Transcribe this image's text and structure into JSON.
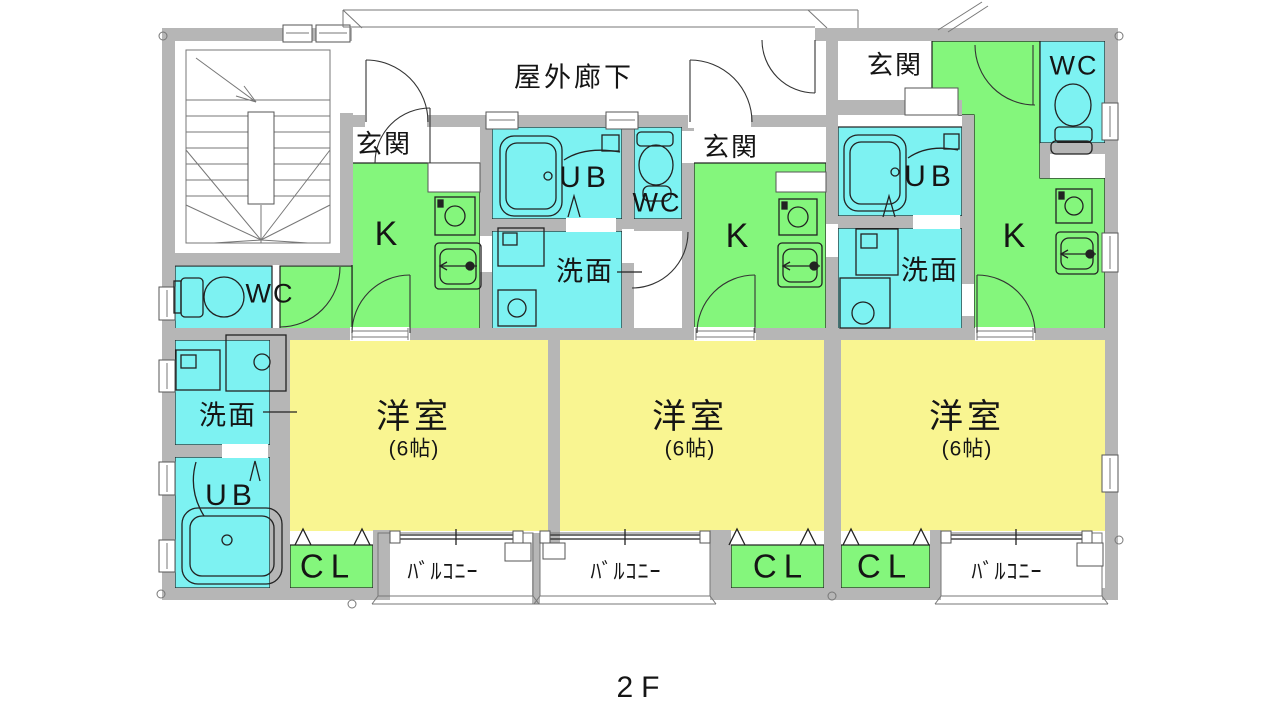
{
  "floor_plan": {
    "palette": {
      "room_cyan": "#7df2f2",
      "room_green": "#84f67c",
      "room_yellow": "#f9f591",
      "wall_gray": "#b6b6b6",
      "background": "#ffffff"
    },
    "labels": {
      "corridor": "屋外廊下",
      "entrance": "玄関",
      "unit_bath": "UB",
      "toilet": "WC",
      "kitchen": "K",
      "washroom": "洗面",
      "western_room": "洋室",
      "western_room_size": "(6帖)",
      "closet": "CL",
      "balcony": "ﾊﾞﾙｺﾆｰ",
      "floor": "2F"
    }
  }
}
